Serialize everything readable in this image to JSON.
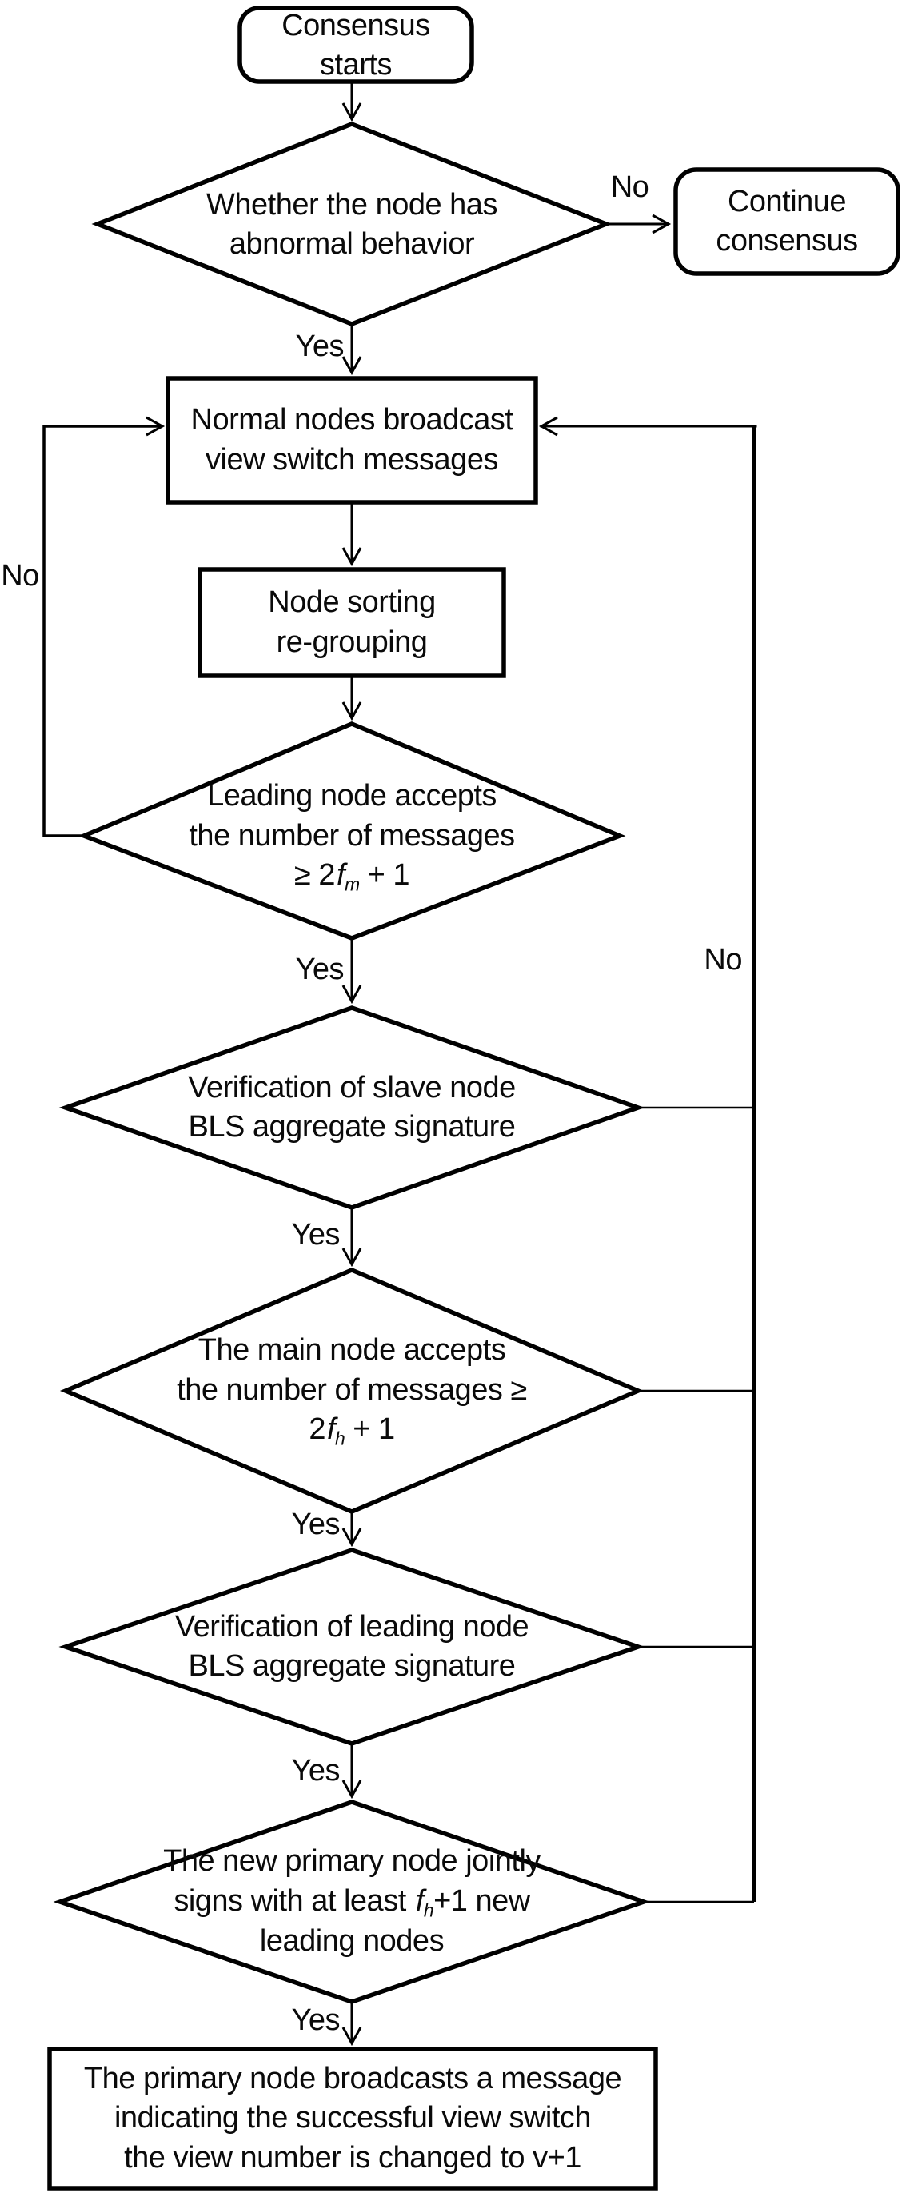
{
  "figure": {
    "background": "#ffffff",
    "stroke_color": "#000000",
    "text_color": "#000000"
  },
  "nodes": {
    "start": {
      "line1": "Consensus",
      "line2": "starts"
    },
    "abnormal": {
      "line1": "Whether the node has",
      "line2": "abnormal behavior"
    },
    "continue": {
      "line1": "Continue",
      "line2": "consensus"
    },
    "broadcast": {
      "line1": "Normal nodes broadcast",
      "line2": "view switch messages"
    },
    "sorting": {
      "line1": "Node sorting",
      "line2": "re-grouping"
    },
    "leading_accepts": {
      "line1": "Leading node accepts",
      "line2": "the number of messages",
      "f_pre": "≥ 2",
      "f_var": "f",
      "f_sub": "m",
      "f_post": " + 1"
    },
    "slave_verify": {
      "line1": "Verification of slave node",
      "line2": "BLS aggregate signature"
    },
    "main_accepts": {
      "line1": "The main node accepts",
      "line2": "the number of messages ≥",
      "f_pre": "2",
      "f_var": "f",
      "f_sub": "h",
      "f_post": " + 1"
    },
    "leading_verify": {
      "line1": "Verification of leading node",
      "line2": "BLS aggregate signature"
    },
    "primary_signs": {
      "line1": "The new primary node jointly",
      "l2_pre": "signs with at least ",
      "l2_var": "f",
      "l2_sub": "h",
      "l2_post": "+1 new",
      "line3": "leading nodes"
    },
    "final": {
      "line1": "The primary node broadcasts a message",
      "line2": "indicating the successful view switch",
      "line3": "the view number is changed to v+1"
    }
  },
  "edge_labels": {
    "yes": "Yes",
    "no": "No"
  }
}
